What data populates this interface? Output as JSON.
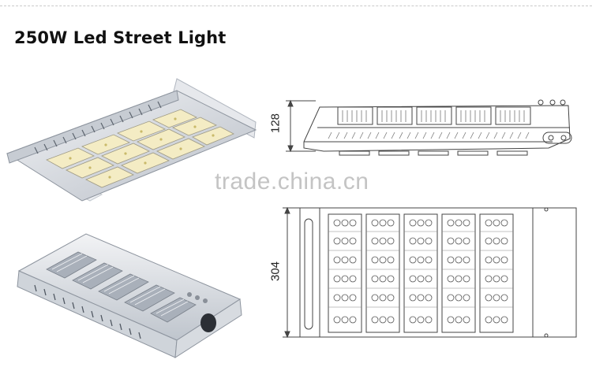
{
  "page": {
    "title": "250W Led Street Light",
    "watermark": "trade.china.cn"
  },
  "drawings": {
    "side_view": {
      "height_label": "128"
    },
    "top_view": {
      "width_label": "304"
    }
  },
  "colors": {
    "housing": "#d9dde3",
    "housing_dark": "#9aa2ad",
    "led_panel": "#f2e7b8",
    "line": "#555555"
  }
}
